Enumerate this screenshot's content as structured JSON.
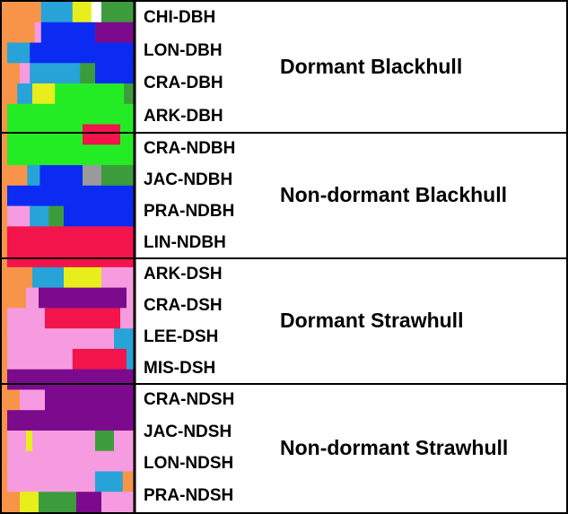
{
  "groups": [
    {
      "label": "Dormant Blackhull",
      "populations": [
        "CHI-DBH",
        "LON-DBH",
        "CRA-DBH",
        "ARK-DBH"
      ]
    },
    {
      "label": "Non-dormant Blackhull",
      "populations": [
        "CRA-NDBH",
        "JAC-NDBH",
        "PRA-NDBH",
        "LIN-NDBH"
      ]
    },
    {
      "label": "Dormant Strawhull",
      "populations": [
        "ARK-DSH",
        "CRA-DSH",
        "LEE-DSH",
        "MIS-DSH"
      ]
    },
    {
      "label": "Non-dormant Strawhull",
      "populations": [
        "CRA-NDSH",
        "JAC-NDSH",
        "LON-NDSH",
        "PRA-NDSH"
      ]
    }
  ],
  "palette": {
    "orange": "#f7944a",
    "teal": "#27a3d8",
    "yellow": "#e7ee1b",
    "pink": "#f79be0",
    "purple": "#7c0a8c",
    "green": "#24ec24",
    "dkgreen": "#3c9c3c",
    "blue": "#0b2bf2",
    "red": "#f2144a",
    "gray": "#9a9a9a",
    "white": "#ffffff"
  },
  "bars": [
    [
      [
        "orange",
        0.27
      ],
      [
        "teal",
        0.25
      ],
      [
        "yellow",
        0.15
      ],
      [
        "white",
        0.08
      ],
      [
        "dkgreen",
        0.25
      ]
    ],
    [
      [
        "orange",
        0.22
      ],
      [
        "pink",
        0.05
      ],
      [
        "blue",
        0.43
      ],
      [
        "purple",
        0.3
      ]
    ],
    [
      [
        "teal",
        0.18
      ],
      [
        "blue",
        0.82
      ]
    ],
    [
      [
        "orange",
        0.1
      ],
      [
        "pink",
        0.08
      ],
      [
        "teal",
        0.4
      ],
      [
        "dkgreen",
        0.12
      ],
      [
        "blue",
        0.3
      ]
    ],
    [
      [
        "orange",
        0.08
      ],
      [
        "teal",
        0.12
      ],
      [
        "yellow",
        0.18
      ],
      [
        "green",
        0.55
      ],
      [
        "dkgreen",
        0.07
      ]
    ],
    [
      [
        "green",
        1.0
      ]
    ],
    [
      [
        "green",
        0.6
      ],
      [
        "red",
        0.3
      ],
      [
        "green",
        0.1
      ]
    ],
    [
      [
        "green",
        1.0
      ]
    ],
    [
      [
        "orange",
        0.16
      ],
      [
        "teal",
        0.1
      ],
      [
        "blue",
        0.34
      ],
      [
        "gray",
        0.15
      ],
      [
        "dkgreen",
        0.25
      ]
    ],
    [
      [
        "blue",
        1.0
      ]
    ],
    [
      [
        "pink",
        0.18
      ],
      [
        "teal",
        0.15
      ],
      [
        "dkgreen",
        0.12
      ],
      [
        "blue",
        0.55
      ]
    ],
    [
      [
        "red",
        1.0
      ]
    ],
    [
      [
        "red",
        1.0
      ]
    ],
    [
      [
        "orange",
        0.2
      ],
      [
        "teal",
        0.25
      ],
      [
        "yellow",
        0.3
      ],
      [
        "pink",
        0.25
      ]
    ],
    [
      [
        "orange",
        0.15
      ],
      [
        "pink",
        0.1
      ],
      [
        "purple",
        0.7
      ],
      [
        "pink",
        0.05
      ]
    ],
    [
      [
        "pink",
        0.3
      ],
      [
        "red",
        0.6
      ],
      [
        "pink",
        0.1
      ]
    ],
    [
      [
        "pink",
        0.85
      ],
      [
        "teal",
        0.15
      ]
    ],
    [
      [
        "pink",
        0.52
      ],
      [
        "red",
        0.43
      ],
      [
        "teal",
        0.05
      ]
    ],
    [
      [
        "purple",
        1.0
      ]
    ],
    [
      [
        "orange",
        0.1
      ],
      [
        "pink",
        0.2
      ],
      [
        "purple",
        0.7
      ]
    ],
    [
      [
        "purple",
        1.0
      ]
    ],
    [
      [
        "pink",
        0.15
      ],
      [
        "yellow",
        0.05
      ],
      [
        "pink",
        0.5
      ],
      [
        "dkgreen",
        0.15
      ],
      [
        "pink",
        0.15
      ]
    ],
    [
      [
        "pink",
        1.0
      ]
    ],
    [
      [
        "pink",
        0.7
      ],
      [
        "teal",
        0.22
      ],
      [
        "orange",
        0.08
      ]
    ],
    [
      [
        "orange",
        0.1
      ],
      [
        "yellow",
        0.15
      ],
      [
        "dkgreen",
        0.3
      ],
      [
        "purple",
        0.2
      ],
      [
        "pink",
        0.25
      ]
    ]
  ]
}
